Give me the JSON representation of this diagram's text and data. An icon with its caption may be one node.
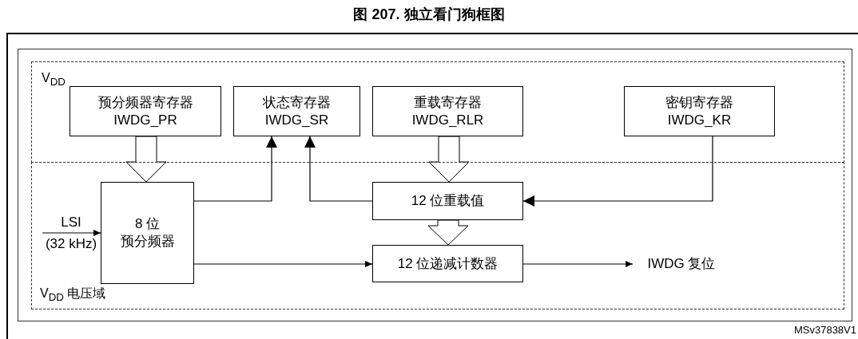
{
  "diagram": {
    "title": "图 207. 独立看门狗框图",
    "nodes": [
      {
        "text": [
          "V$_{DD}$"
        ]
      },
      {
        "text": [
          "V$_{DD}$ 电压域"
        ]
      },
      {
        "text": [
          "预分频器寄存器",
          "IWDG_PR"
        ],
        "in": 0
      },
      {
        "text": [
          "状态寄存器",
          "IWDG_SR"
        ],
        "in": 0
      },
      {
        "text": [
          "重载寄存器",
          "IWDG_RLR"
        ],
        "in": 0
      },
      {
        "text": [
          "密钥寄存器",
          "IWDG_KR"
        ],
        "in": 0
      },
      {
        "text": [
          "8 位",
          "预分频器"
        ],
        "in": 1
      },
      {
        "text": [
          "12 位重载值"
        ],
        "in": 1
      },
      {
        "text": [
          "12 位递减计数器"
        ],
        "in": 1
      },
      {
        "text": [
          "IWDG 复位"
        ],
        "in": 1
      }
    ],
    "edges": [
      {
        "from": 2,
        "to": 6,
        "arrow": "to",
        "style": "thick"
      },
      {
        "from": 6,
        "to": 3,
        "arrow": "to"
      },
      {
        "from": 7,
        "to": 3,
        "arrow": "to"
      },
      {
        "from": 4,
        "to": 7,
        "arrow": "to",
        "style": "thick"
      },
      {
        "from": 5,
        "to": 7,
        "arrow": "to"
      },
      {
        "from": 7,
        "to": 8,
        "arrow": "to",
        "style": "thick"
      },
      {
        "from": 6,
        "to": 8,
        "arrow": "to"
      },
      {
        "from": 8,
        "to": 9,
        "arrow": "to"
      },
      {
        "from": null,
        "to": 6,
        "arrow": "to",
        "label": "LSI (32 kHz)"
      }
    ],
    "labels": [
      "MSv37838V1"
    ]
  }
}
